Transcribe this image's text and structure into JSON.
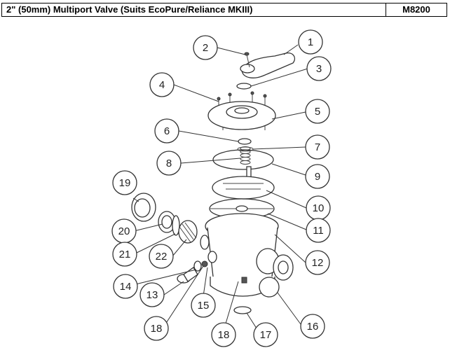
{
  "header": {
    "title": "2\" (50mm) Multiport Valve (Suits EcoPure/Reliance MKIII)",
    "code": "M8200"
  },
  "callouts": [
    "1",
    "2",
    "3",
    "4",
    "5",
    "6",
    "7",
    "8",
    "9",
    "10",
    "11",
    "12",
    "13",
    "14",
    "15",
    "16",
    "17",
    "18",
    "19",
    "20",
    "21",
    "22",
    "18"
  ]
}
